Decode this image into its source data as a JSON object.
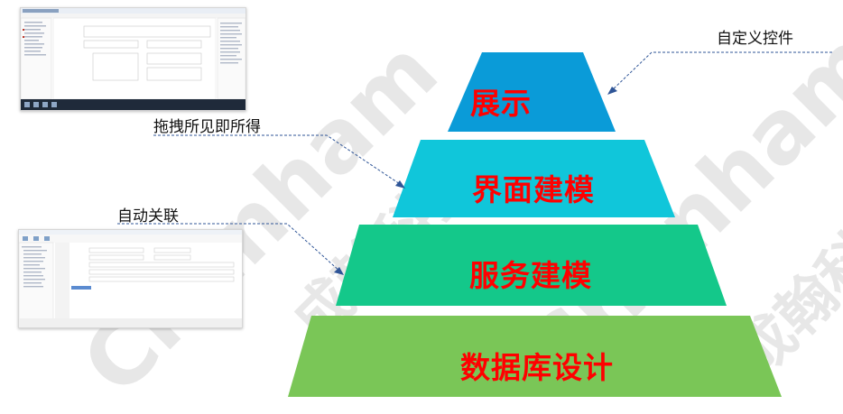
{
  "pyramid": {
    "tiers": [
      {
        "label": "展示",
        "color": "#0a9bd8"
      },
      {
        "label": "界面建模",
        "color": "#10c6da"
      },
      {
        "label": "服务建模",
        "color": "#14c88a"
      },
      {
        "label": "数据库设计",
        "color": "#7ac657"
      }
    ],
    "label_color": "#ff0000"
  },
  "callouts": {
    "custom_controls": "自定义控件",
    "wysiwyg": "拖拽所见即所得",
    "auto_link": "自动关联"
  },
  "watermark": {
    "text_latin": "Chanham",
    "text_cn": "成翰科技"
  }
}
